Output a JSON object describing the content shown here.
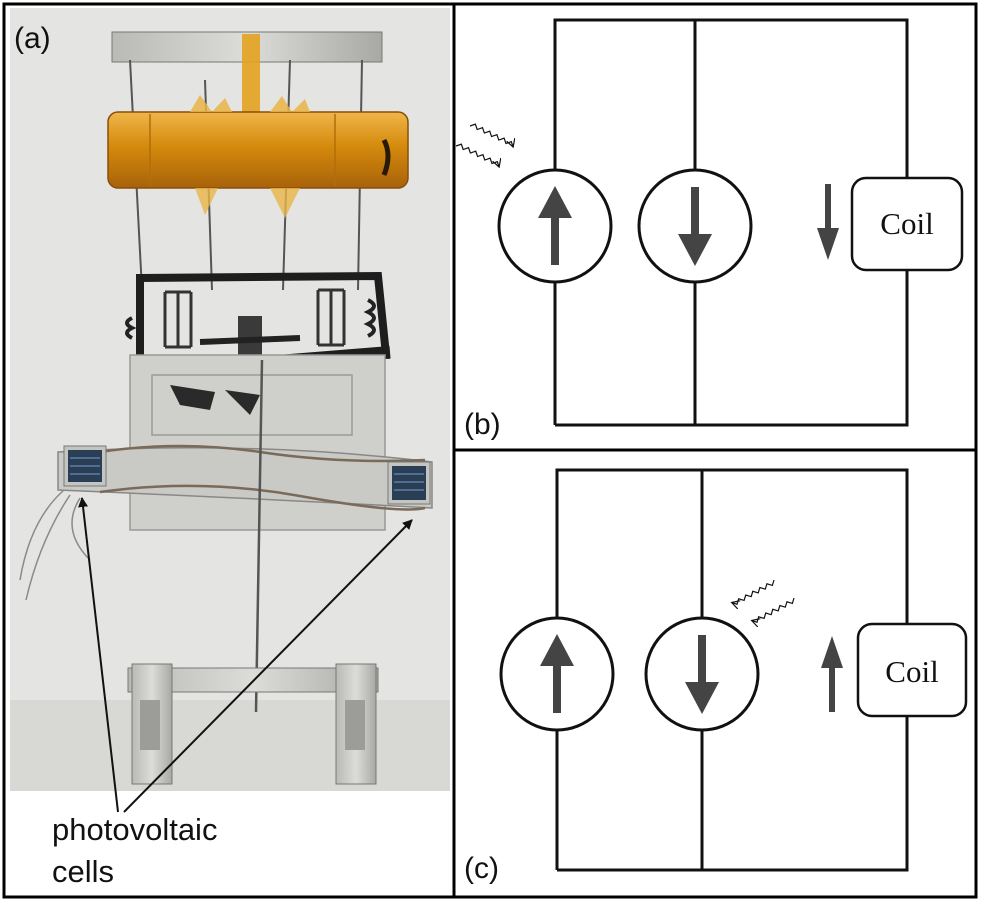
{
  "panels": {
    "a": {
      "label": "(a)",
      "caption_line1": "photovoltaic",
      "caption_line2": "cells"
    },
    "b": {
      "label": "(b)",
      "coil_label": "Coil",
      "illuminated_source": "left",
      "coil_current_direction": "down"
    },
    "c": {
      "label": "(c)",
      "coil_label": "Coil",
      "illuminated_source": "right",
      "coil_current_direction": "up"
    }
  },
  "colors": {
    "wire": "#111111",
    "arrow": "#444444",
    "kapton_tape": "#d9920e",
    "photo_background": "#e4e4e2",
    "pv_cell": "#2a3f55"
  },
  "icons": {
    "light": "wavy-light-arrows-icon",
    "current_source_up": "current-source-up-icon",
    "current_source_down": "current-source-down-icon"
  }
}
